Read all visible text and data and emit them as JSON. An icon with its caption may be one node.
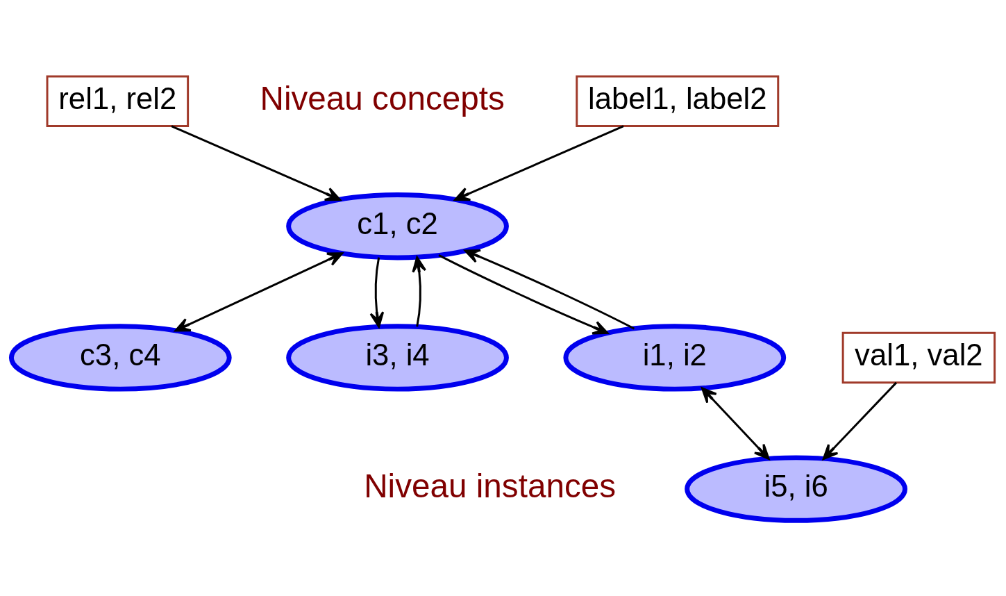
{
  "diagram": {
    "nodes": [
      {
        "text": [
          "label1, label2"
        ]
      },
      {
        "text": [
          "c1, c2"
        ]
      },
      {
        "text": [
          "c3, c4"
        ]
      },
      {
        "text": [
          "i3, i4"
        ]
      },
      {
        "text": [
          "i1, i2"
        ]
      },
      {
        "text": [
          "rel1, rel2"
        ]
      },
      {
        "text": [
          "i5, i6"
        ]
      },
      {
        "text": [
          "val1, val2"
        ]
      }
    ],
    "edges": [
      {
        "from": 0,
        "to": 1,
        "arrow": "to"
      },
      {
        "from": 1,
        "to": 2,
        "arrow": "both"
      },
      {
        "from": 5,
        "to": 1,
        "arrow": "to"
      },
      {
        "from": 1,
        "to": 3,
        "arrow": "to"
      },
      {
        "from": 3,
        "to": 1,
        "arrow": "to"
      },
      {
        "from": 4,
        "to": 1,
        "arrow": "to"
      },
      {
        "from": 1,
        "to": 4,
        "arrow": "to"
      },
      {
        "from": 4,
        "to": 6,
        "arrow": "both"
      },
      {
        "from": 7,
        "to": 6,
        "arrow": "to"
      }
    ],
    "labels": [
      "Niveau concepts",
      "Niveau instances"
    ]
  }
}
